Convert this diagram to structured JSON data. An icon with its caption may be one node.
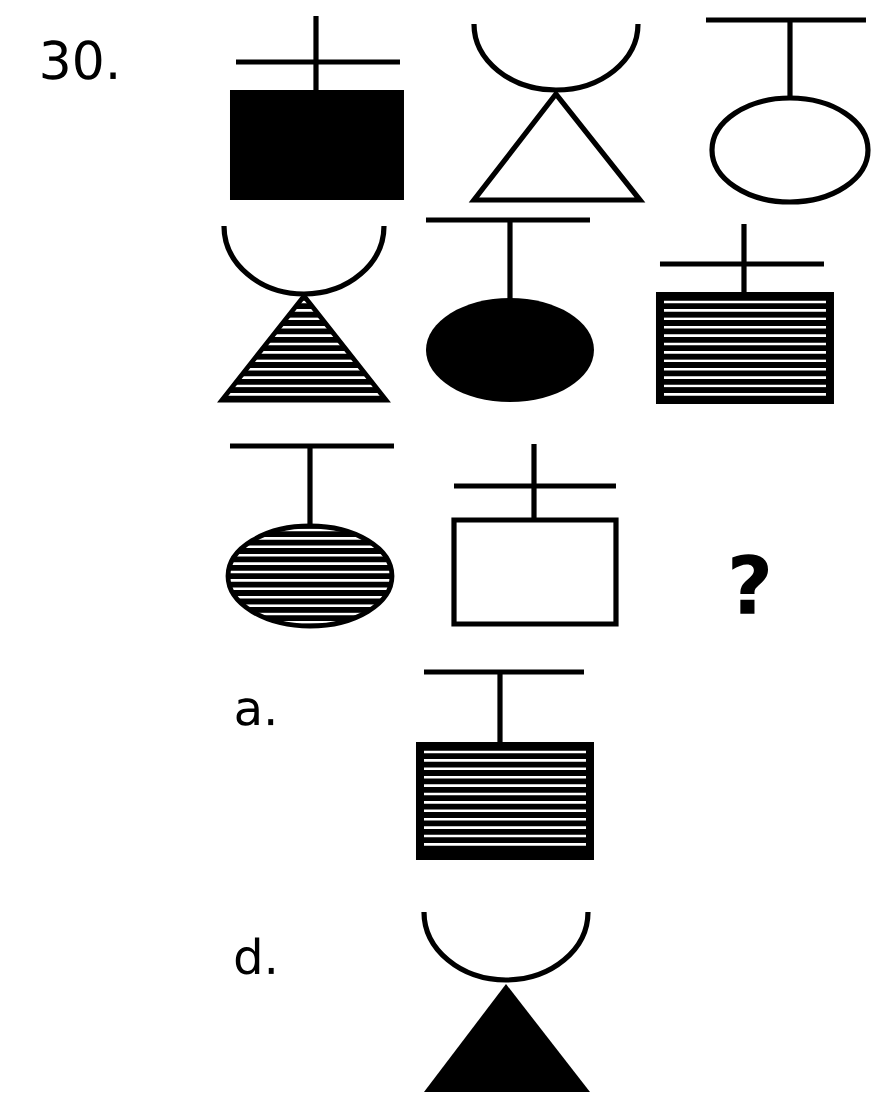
{
  "diagram": {
    "labels": [
      "30.",
      "?",
      "a.",
      "d."
    ]
  }
}
